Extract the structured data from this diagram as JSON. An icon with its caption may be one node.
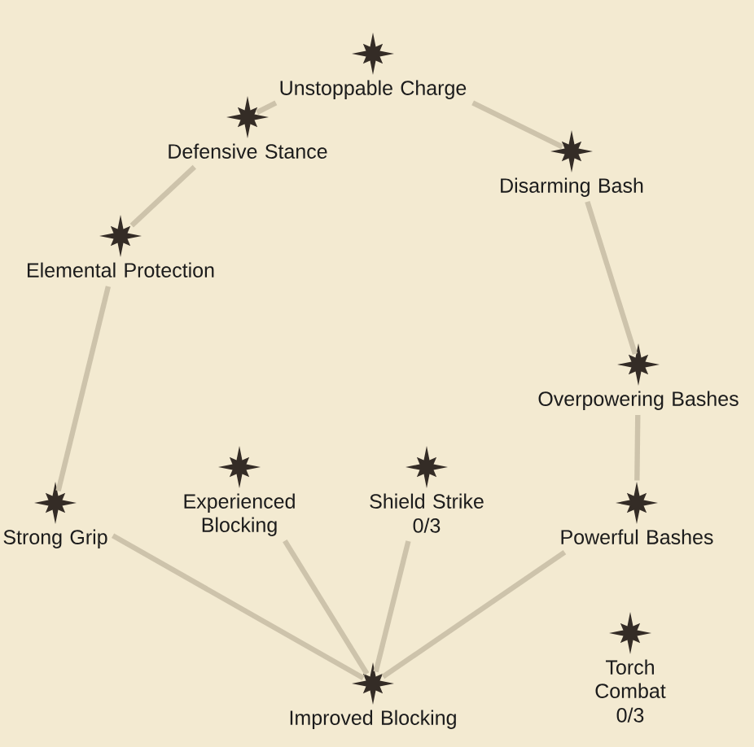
{
  "diagram": {
    "nodes": [
      {
        "text": [
          "Unstoppable Charge"
        ]
      },
      {
        "text": [
          "Defensive Stance"
        ]
      },
      {
        "text": [
          "Disarming Bash"
        ]
      },
      {
        "text": [
          "Elemental Protection"
        ]
      },
      {
        "text": [
          "Overpowering Bashes"
        ]
      },
      {
        "text": [
          "Strong Grip"
        ]
      },
      {
        "text": [
          "Experienced Blocking"
        ]
      },
      {
        "text": [
          "Shield Strike",
          "0/3"
        ]
      },
      {
        "text": [
          "Powerful Bashes"
        ]
      },
      {
        "text": [
          "Improved Blocking"
        ]
      },
      {
        "text": [
          "Torch Combat",
          "0/3"
        ]
      }
    ],
    "edges": [
      {
        "from": 9,
        "to": 5,
        "arrow": "none"
      },
      {
        "from": 9,
        "to": 6,
        "arrow": "none"
      },
      {
        "from": 9,
        "to": 7,
        "arrow": "none"
      },
      {
        "from": 9,
        "to": 8,
        "arrow": "none"
      },
      {
        "from": 5,
        "to": 3,
        "arrow": "none"
      },
      {
        "from": 3,
        "to": 1,
        "arrow": "none"
      },
      {
        "from": 1,
        "to": 0,
        "arrow": "none"
      },
      {
        "from": 8,
        "to": 4,
        "arrow": "none"
      },
      {
        "from": 4,
        "to": 2,
        "arrow": "none"
      },
      {
        "from": 2,
        "to": 0,
        "arrow": "none"
      }
    ]
  }
}
